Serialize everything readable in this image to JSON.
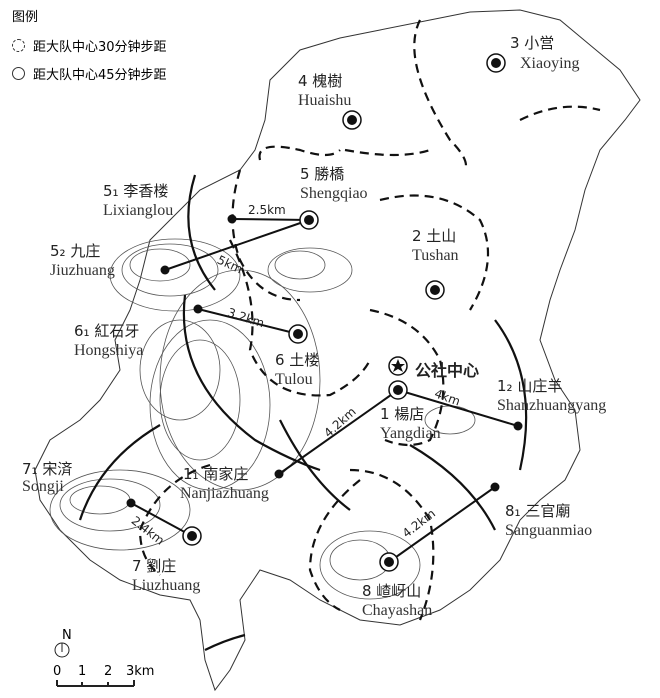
{
  "legend": {
    "title": "图例",
    "items": [
      {
        "label": "距大队中心30分钟步距",
        "style": "dashed"
      },
      {
        "label": "距大队中心45分钟步距",
        "style": "solid"
      }
    ]
  },
  "center": {
    "label": "公社中心",
    "icon": "star-circle-icon"
  },
  "places": [
    {
      "id": "xiaoying",
      "cn": "3 小営",
      "en": "Xiaoying",
      "type": "brigade"
    },
    {
      "id": "huaishu",
      "cn": "4 槐樹",
      "en": "Huaishu",
      "type": "brigade"
    },
    {
      "id": "shengqiao",
      "cn": "5 勝橋",
      "en": "Shengqiao",
      "type": "brigade"
    },
    {
      "id": "lixianglou",
      "cn": "5₁ 李香楼",
      "en": "Lixianglou",
      "type": "village"
    },
    {
      "id": "jiuzhuang",
      "cn": "5₂ 九庄",
      "en": "Jiuzhuang",
      "type": "village"
    },
    {
      "id": "tushan",
      "cn": "2 土山",
      "en": "Tushan",
      "type": "brigade"
    },
    {
      "id": "hongshiya",
      "cn": "6₁ 紅石牙",
      "en": "Hongshiya",
      "type": "village"
    },
    {
      "id": "tulou",
      "cn": "6 土楼",
      "en": "Tulou",
      "type": "brigade"
    },
    {
      "id": "yangdian",
      "cn": "1 楊店",
      "en": "Yangdian",
      "type": "brigade"
    },
    {
      "id": "shanzhuangyang",
      "cn": "1₂ 山庄羊",
      "en": "Shanzhuangyang",
      "type": "village"
    },
    {
      "id": "nanjiazhuang",
      "cn": "1₁ 南家庄",
      "en": "Nanjiazhuang",
      "type": "village"
    },
    {
      "id": "songji",
      "cn": "7₁ 宋済",
      "en": "Songji",
      "type": "village"
    },
    {
      "id": "liuzhuang",
      "cn": "7 劉庄",
      "en": "Liuzhuang",
      "type": "brigade"
    },
    {
      "id": "sanguanmiao",
      "cn": "8₁ 三官廟",
      "en": "Sanguanmiao",
      "type": "village"
    },
    {
      "id": "chayashan",
      "cn": "8 嵖岈山",
      "en": "Chayashan",
      "type": "brigade"
    }
  ],
  "distances": [
    {
      "id": "d1",
      "label": "2.5km"
    },
    {
      "id": "d2",
      "label": "5km"
    },
    {
      "id": "d3",
      "label": "3.2km"
    },
    {
      "id": "d4",
      "label": "4.2km"
    },
    {
      "id": "d5",
      "label": "4km"
    },
    {
      "id": "d6",
      "label": "2.4km"
    },
    {
      "id": "d7",
      "label": "4.2km"
    }
  ],
  "north": {
    "label": "N"
  },
  "scale": {
    "ticks": [
      "0",
      "1",
      "2",
      "3km"
    ]
  }
}
